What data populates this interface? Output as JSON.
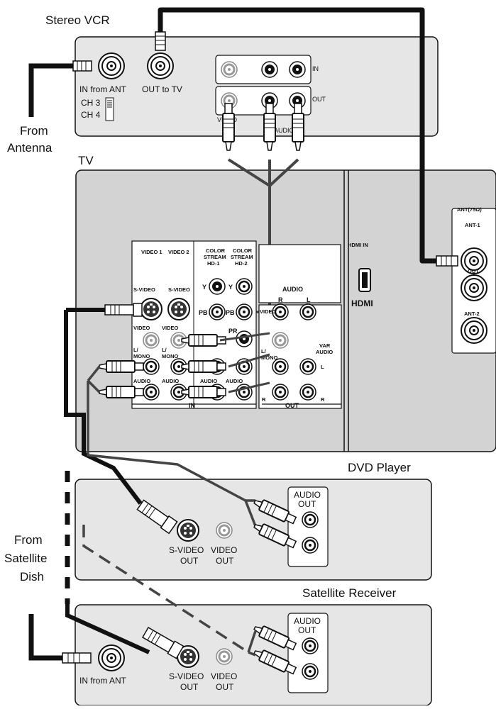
{
  "labels": {
    "stereo_vcr": "Stereo VCR",
    "from_antenna_1": "From",
    "from_antenna_2": "Antenna",
    "tv": "TV",
    "dvd_player": "DVD Player",
    "from_satellite_1": "From",
    "from_satellite_2": "Satellite",
    "from_satellite_3": "Dish",
    "satellite_receiver": "Satellite Receiver"
  },
  "vcr": {
    "in_from_ant": "IN from ANT",
    "out_to_tv": "OUT to TV",
    "ch3": "CH 3",
    "ch4": "CH 4",
    "in": "IN",
    "out": "OUT",
    "video": "VIDEO",
    "audio": "AUDIO"
  },
  "tv_panel": {
    "video1": "VIDEO 1",
    "video2": "VIDEO 2",
    "color_stream_1": "COLOR",
    "stream": "STREAM",
    "hd1": "HD-1",
    "hd2": "HD-2",
    "svideo": "S-VIDEO",
    "video": "VIDEO",
    "l_mono_1": "L/",
    "l_mono_2": "MONO",
    "audio": "AUDIO",
    "r": "R",
    "l": "L",
    "y": "Y",
    "pb": "PB",
    "pr": "PR",
    "in": "IN",
    "out": "OUT",
    "var_audio_1": "VAR",
    "var_audio_2": "AUDIO",
    "hdmi_in": "HDMI IN",
    "hdmi_logo": "HDMI",
    "ant75": "ANT(75Ω)",
    "ant1": "ANT-1",
    "ant_out": "OUT",
    "ant2": "ANT-2"
  },
  "dvd": {
    "audio_out_1": "AUDIO",
    "audio_out_2": "OUT",
    "svideo_out_1": "S-VIDEO",
    "svideo_out_2": "OUT",
    "video_out_1": "VIDEO",
    "video_out_2": "OUT"
  },
  "sat": {
    "in_from_ant": "IN from ANT",
    "audio_out_1": "AUDIO",
    "audio_out_2": "OUT",
    "svideo_out_1": "S-VIDEO",
    "svideo_out_2": "OUT",
    "video_out_1": "VIDEO",
    "video_out_2": "OUT"
  }
}
